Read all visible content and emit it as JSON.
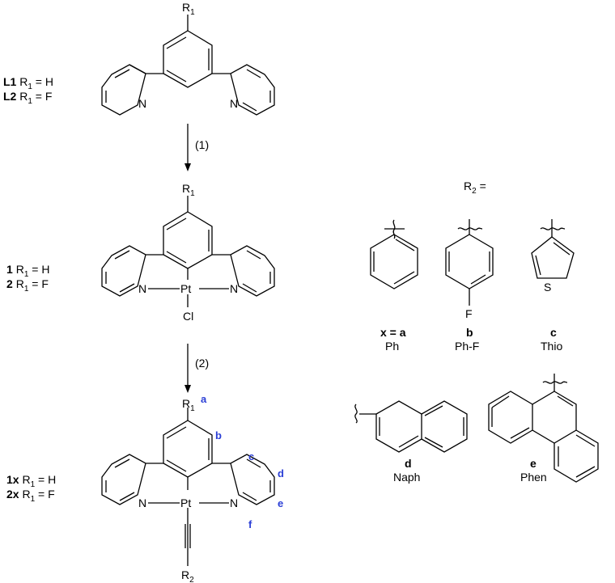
{
  "ligands": [
    {
      "code": "L1",
      "r1": "H"
    },
    {
      "code": "L2",
      "r1": "F"
    }
  ],
  "step1": "(1)",
  "complexes_cl": [
    {
      "code": "1",
      "r1": "H"
    },
    {
      "code": "2",
      "r1": "F"
    }
  ],
  "step2": "(2)",
  "complexes_alkynyl": [
    {
      "code": "1x",
      "r1": "H"
    },
    {
      "code": "2x",
      "r1": "F"
    }
  ],
  "r1_symbol": "R",
  "r1_sub": "1",
  "r2_symbol": "R",
  "r2_sub": "2",
  "r2_header_eq": " =",
  "atoms": {
    "N": "N",
    "Pt": "Pt",
    "Cl": "Cl",
    "F": "F",
    "S": "S"
  },
  "proton_labels": [
    "a",
    "b",
    "c",
    "d",
    "e",
    "f"
  ],
  "substituents": [
    {
      "key": "x = a",
      "name": "Ph"
    },
    {
      "key": "b",
      "name": "Ph-F"
    },
    {
      "key": "c",
      "name": "Thio"
    },
    {
      "key": "d",
      "name": "Naph"
    },
    {
      "key": "e",
      "name": "Phen"
    }
  ],
  "colors": {
    "proton_label": "#2b3fd6",
    "ink": "#000000"
  }
}
